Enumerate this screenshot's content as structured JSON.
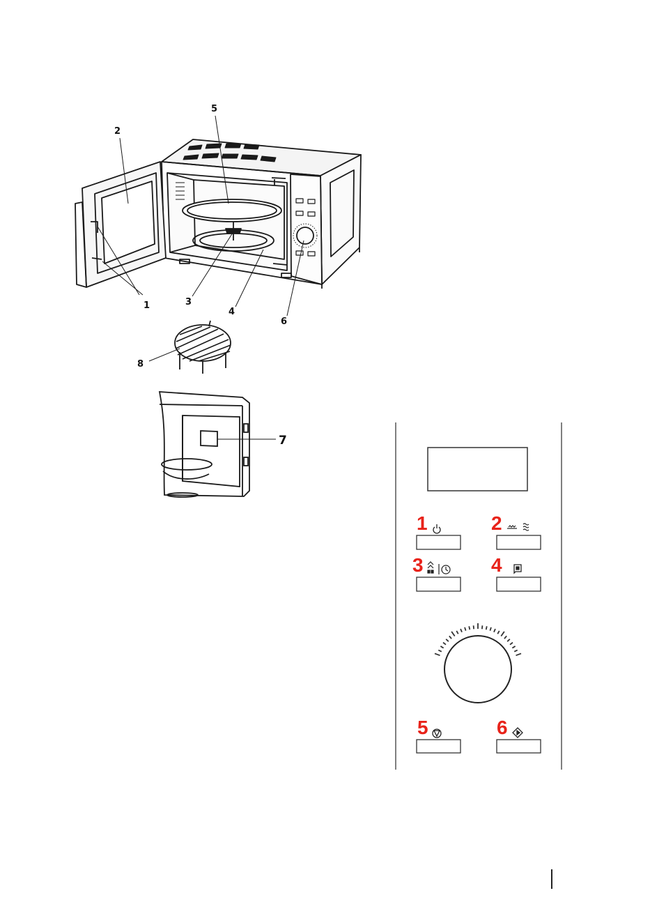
{
  "oven_callouts": [
    {
      "id": "1",
      "label": "1"
    },
    {
      "id": "2",
      "label": "2"
    },
    {
      "id": "3",
      "label": "3"
    },
    {
      "id": "4",
      "label": "4"
    },
    {
      "id": "5",
      "label": "5"
    },
    {
      "id": "6",
      "label": "6"
    },
    {
      "id": "7",
      "label": "7"
    },
    {
      "id": "8",
      "label": "8"
    }
  ],
  "control_panel": {
    "accent_color": "#e8231a",
    "buttons": [
      {
        "number": "1",
        "icon": "power-icon"
      },
      {
        "number": "2",
        "icon": "grill-combi-icon"
      },
      {
        "number": "3",
        "icon": "defrost-clock-icon"
      },
      {
        "number": "4",
        "icon": "menu-icon"
      },
      {
        "number": "5",
        "icon": "stop-icon"
      },
      {
        "number": "6",
        "icon": "start-icon"
      }
    ]
  }
}
